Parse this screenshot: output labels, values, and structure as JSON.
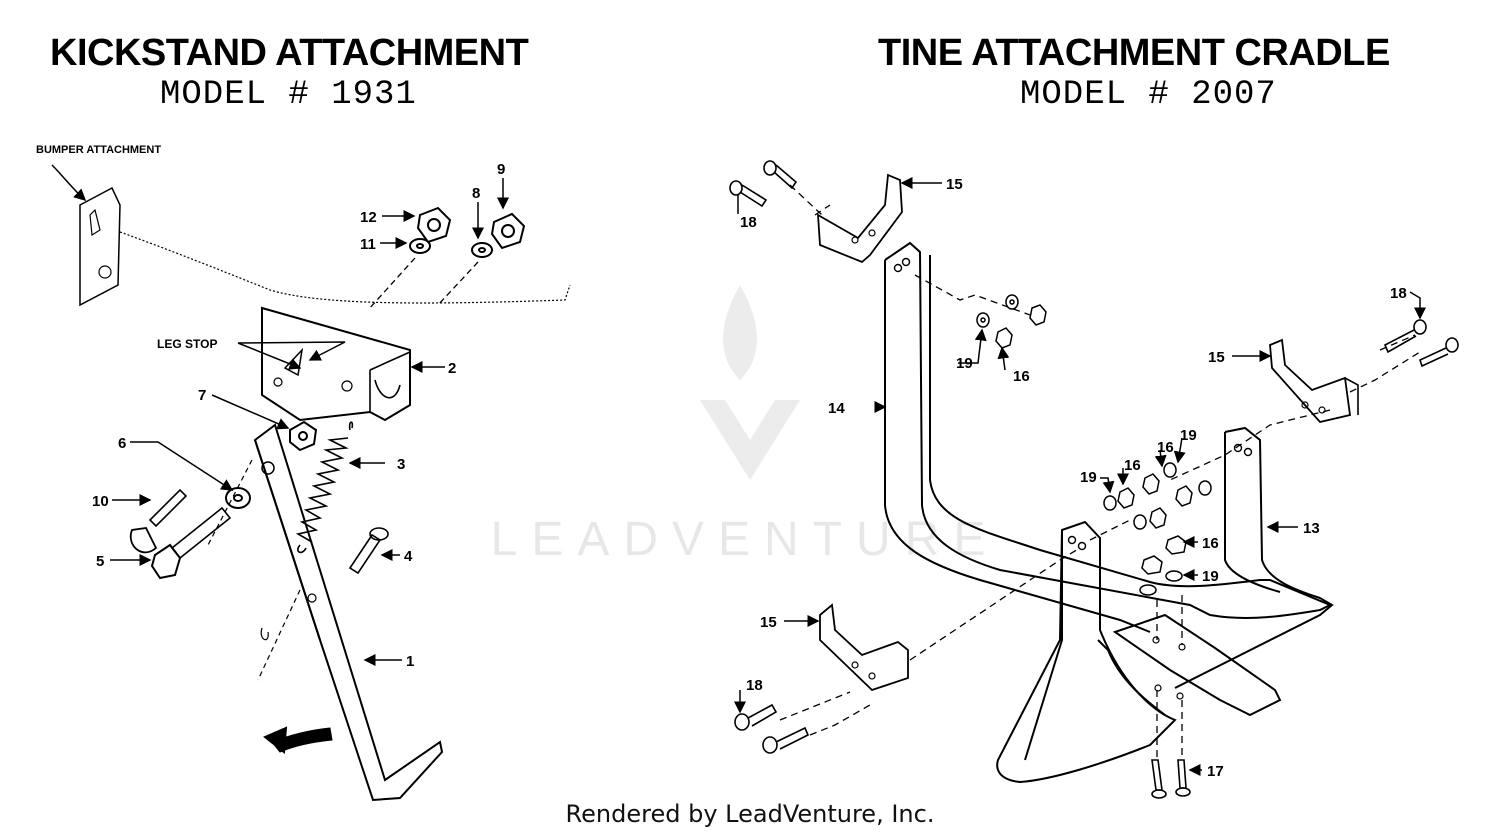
{
  "left": {
    "title": "KICKSTAND ATTACHMENT",
    "model": "MODEL # 1931",
    "labels": {
      "bumper": "BUMPER ATTACHMENT",
      "leg_stop": "LEG STOP"
    },
    "callouts": [
      "1",
      "2",
      "3",
      "4",
      "5",
      "6",
      "7",
      "8",
      "9",
      "10",
      "11",
      "12"
    ]
  },
  "right": {
    "title": "TINE ATTACHMENT CRADLE",
    "model": "MODEL # 2007",
    "callouts": {
      "c13": "13",
      "c14": "14",
      "c15a": "15",
      "c15b": "15",
      "c15c": "15",
      "c16a": "16",
      "c16b": "16",
      "c16c": "16",
      "c16d": "16",
      "c17": "17",
      "c18a": "18",
      "c18b": "18",
      "c18c": "18",
      "c19a": "19",
      "c19b": "19",
      "c19c": "19",
      "c19d": "19"
    }
  },
  "watermark": "LEADVENTURE",
  "footer": "Rendered by LeadVenture, Inc."
}
